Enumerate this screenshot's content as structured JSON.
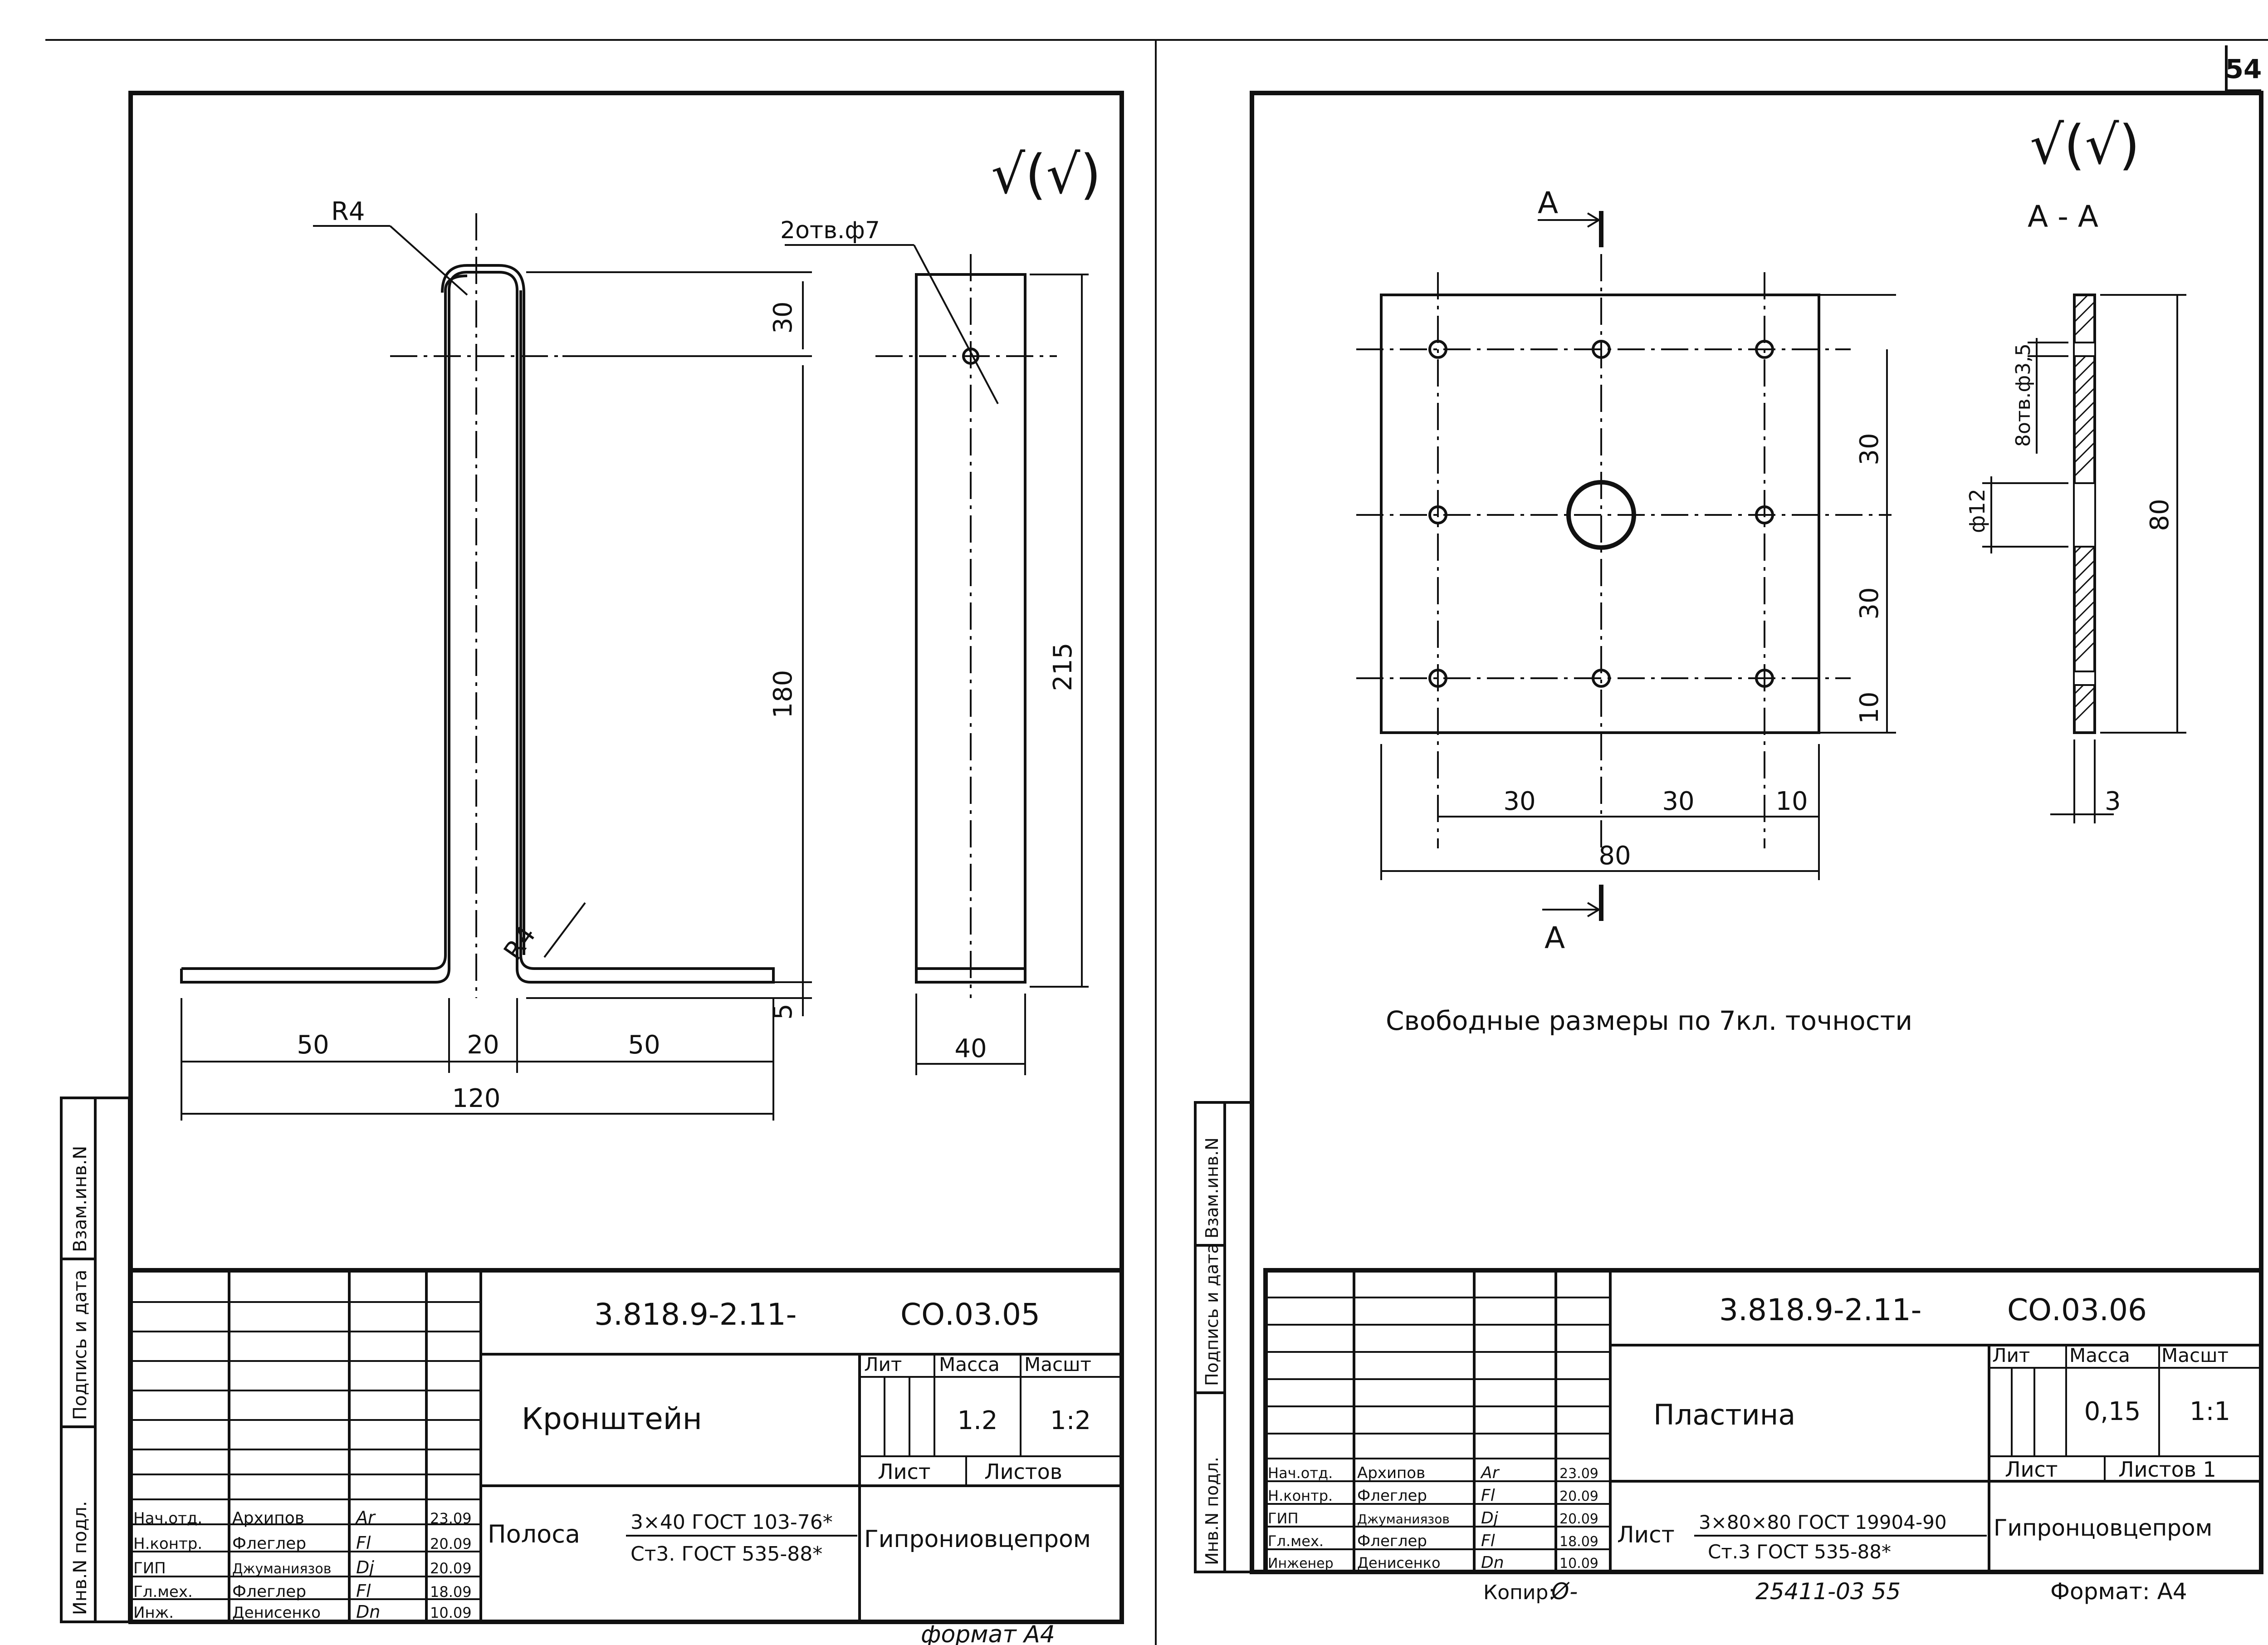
{
  "page_number": "54",
  "left": {
    "roughness": "√(√)",
    "dims": {
      "r_top": "R4",
      "holes": "2отв.ф7",
      "d30": "30",
      "d180": "180",
      "d5": "5",
      "d215": "215",
      "r_bottom": "R4",
      "d50a": "50",
      "d20": "20",
      "d50b": "50",
      "d120": "120",
      "d40": "40"
    },
    "side_stamp": [
      "Инв.N подл.",
      "Подпись и дата",
      "Взам.инв.N"
    ],
    "title": {
      "code": "3.818.9-2.11-",
      "sheet_code": "СО.03.05",
      "name": "Кронштейн",
      "col_lit": "Лит",
      "col_mass": "Масса",
      "col_scale": "Масшт",
      "mass": "1.2",
      "scale": "1:2",
      "sheet": "Лист",
      "sheets": "Листов",
      "material_prefix": "Полоса",
      "material_top": "3×40 ГОСТ 103-76*",
      "material_bottom": "Ст3. ГОСТ 535-88*",
      "org": "Гипрониовцепром",
      "people": [
        {
          "role": "Нач.отд.",
          "name": "Архипов",
          "sign": "Ar",
          "date": "23.09"
        },
        {
          "role": "Н.контр.",
          "name": "Флеглер",
          "sign": "Fl",
          "date": "20.09"
        },
        {
          "role": "ГИП",
          "name": "Джуманиязов",
          "sign": "Dj",
          "date": "20.09"
        },
        {
          "role": "Гл.мех.",
          "name": "Флеглер",
          "sign": "Fl",
          "date": "18.09"
        },
        {
          "role": "Инж.",
          "name": "Денисенко",
          "sign": "Dn",
          "date": "10.09"
        }
      ]
    },
    "format": "формат А4"
  },
  "right": {
    "roughness": "√(√)",
    "section_title": "А - А",
    "section_mark_top": "А",
    "section_mark_bottom": "А",
    "dims": {
      "v30a": "30",
      "v30b": "30",
      "v10": "10",
      "h30a": "30",
      "h30b": "30",
      "h10": "10",
      "h80": "80",
      "holes": "8отв.ф3,5",
      "center_hole": "ф12",
      "v80": "80",
      "thickness": "3"
    },
    "note": "Свободные размеры по 7кл. точности",
    "side_stamp": [
      "Инв.N подл.",
      "Подпись и дата",
      "Взам.инв.N"
    ],
    "title": {
      "code": "3.818.9-2.11-",
      "sheet_code": "СО.03.06",
      "name": "Пластина",
      "col_lit": "Лит",
      "col_mass": "Масса",
      "col_scale": "Масшт",
      "mass": "0,15",
      "scale": "1:1",
      "sheet": "Лист",
      "sheets": "Листов 1",
      "material_prefix": "Лист",
      "material_top": "3×80×80 ГОСТ 19904-90",
      "material_bottom": "Ст.3 ГОСТ 535-88*",
      "org": "Гипронцовцепром",
      "people": [
        {
          "role": "Нач.отд.",
          "name": "Архипов",
          "sign": "Ar",
          "date": "23.09"
        },
        {
          "role": "Н.контр.",
          "name": "Флеглер",
          "sign": "Fl",
          "date": "20.09"
        },
        {
          "role": "ГИП",
          "name": "Джуманиязов",
          "sign": "Dj",
          "date": "20.09"
        },
        {
          "role": "Гл.мех.",
          "name": "Флеглер",
          "sign": "Fl",
          "date": "18.09"
        },
        {
          "role": "Инженер",
          "name": "Денисенко",
          "sign": "Dn",
          "date": "10.09"
        }
      ]
    },
    "copy_label": "Копир:",
    "copy_mark": "Ø-",
    "archive": "25411-03   55",
    "format": "Формат: А4"
  }
}
